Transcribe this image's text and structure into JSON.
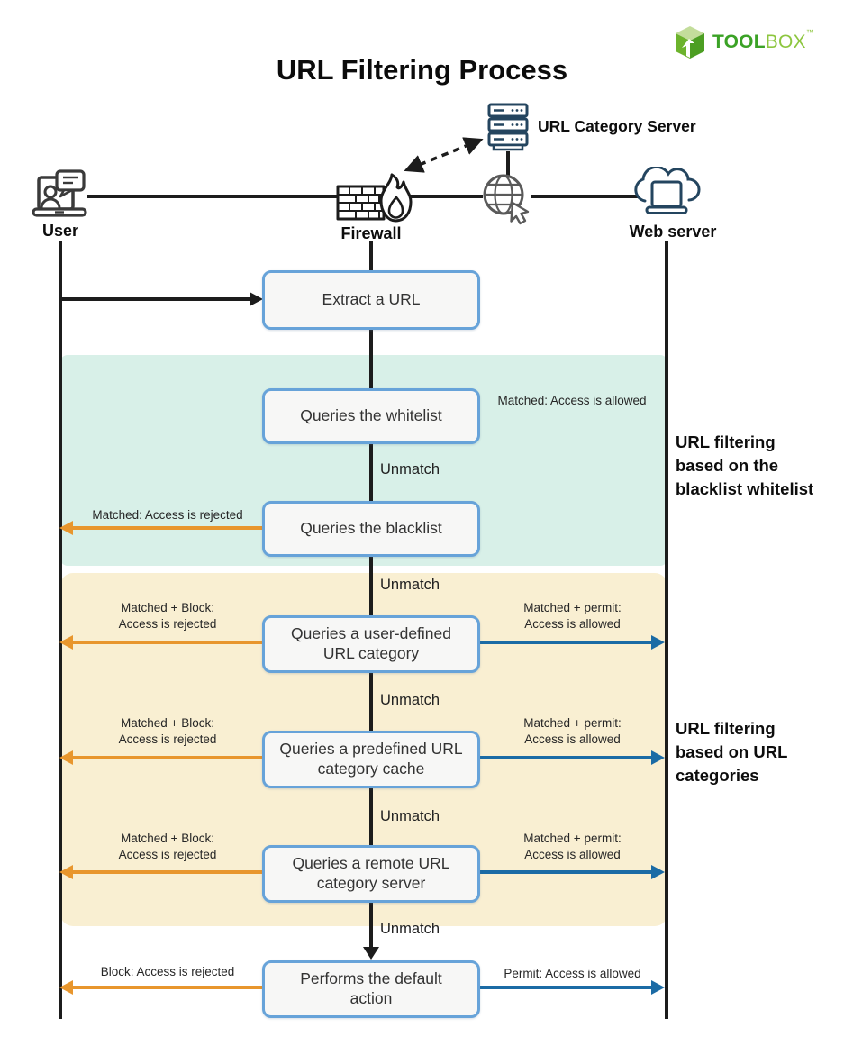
{
  "title": "URL Filtering Process",
  "logo": {
    "tool": "TOOL",
    "box": "BOX",
    "tm": "™"
  },
  "lanes": {
    "user": "User",
    "firewall": "Firewall",
    "web_server": "Web server"
  },
  "category_server": {
    "label": "URL Category Server"
  },
  "boxes": {
    "extract": "Extract a URL",
    "whitelist": "Queries the whitelist",
    "blacklist": "Queries the blacklist",
    "user_defined": "Queries a user-defined URL category",
    "predefined": "Queries a predefined URL category cache",
    "remote": "Queries a remote URL category server",
    "default_action": "Performs the default action"
  },
  "edge_labels": {
    "unmatch": "Unmatch",
    "whitelist_matched": "Matched: Access is allowed",
    "blacklist_matched": "Matched: Access is rejected",
    "matched_block": "Matched + Block:\nAccess is rejected",
    "matched_permit": "Matched + permit:\nAccess is allowed",
    "default_block": "Block: Access is rejected",
    "default_permit": "Permit: Access is allowed"
  },
  "sections": {
    "blacklist_whitelist": "URL filtering\nbased on the\nblacklist whitelist",
    "url_categories": "URL filtering\nbased on URL\ncategories"
  },
  "icons": {
    "user": "laptop-user-icon",
    "firewall": "firewall-flame-icon",
    "globe": "globe-cursor-icon",
    "category_server": "server-rack-icon",
    "web_server": "cloud-laptop-icon",
    "logo": "toolbox-cube-icon"
  },
  "colors": {
    "region_whitelist_blacklist": "#d8f0e8",
    "region_url_categories": "#f9efd2",
    "box_border": "#67a3d9",
    "box_fill": "#f7f7f6",
    "arrow_reject": "#e8962d",
    "arrow_permit": "#1b6ba5",
    "line": "#1c1c1c",
    "logo_green": "#3ba226",
    "logo_green_light": "#8dc63f"
  }
}
